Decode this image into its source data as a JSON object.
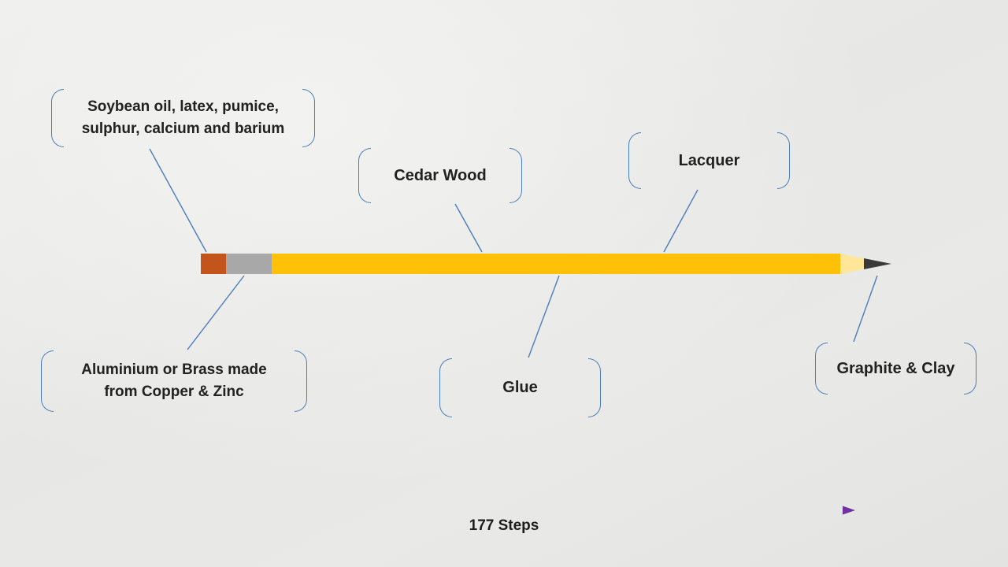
{
  "title": "Pencil composition diagram",
  "labels": {
    "soybean": {
      "line1": "Soybean oil, latex, pumice,",
      "line2": "sulphur, calcium and barium"
    },
    "cedar": {
      "text": "Cedar Wood"
    },
    "lacquer": {
      "text": "Lacquer"
    },
    "ferrule": {
      "line1": "Aluminium or Brass made",
      "line2": "from Copper & Zinc"
    },
    "glue": {
      "text": "Glue"
    },
    "graphite": {
      "text": "Graphite & Clay"
    }
  },
  "footer": {
    "steps_label": "177 Steps"
  },
  "colors": {
    "leader_line_blue": "#4a7ebb",
    "eraser_orange": "#c2541c",
    "ferrule_gray": "#a8a8a8",
    "pencil_body_gold": "#ffc008",
    "wood_light_yellow": "#ffe699",
    "graphite_dark": "#3a3a3a",
    "arrow_purple": "#7030a0",
    "background_gray": "#e9e9e7"
  }
}
